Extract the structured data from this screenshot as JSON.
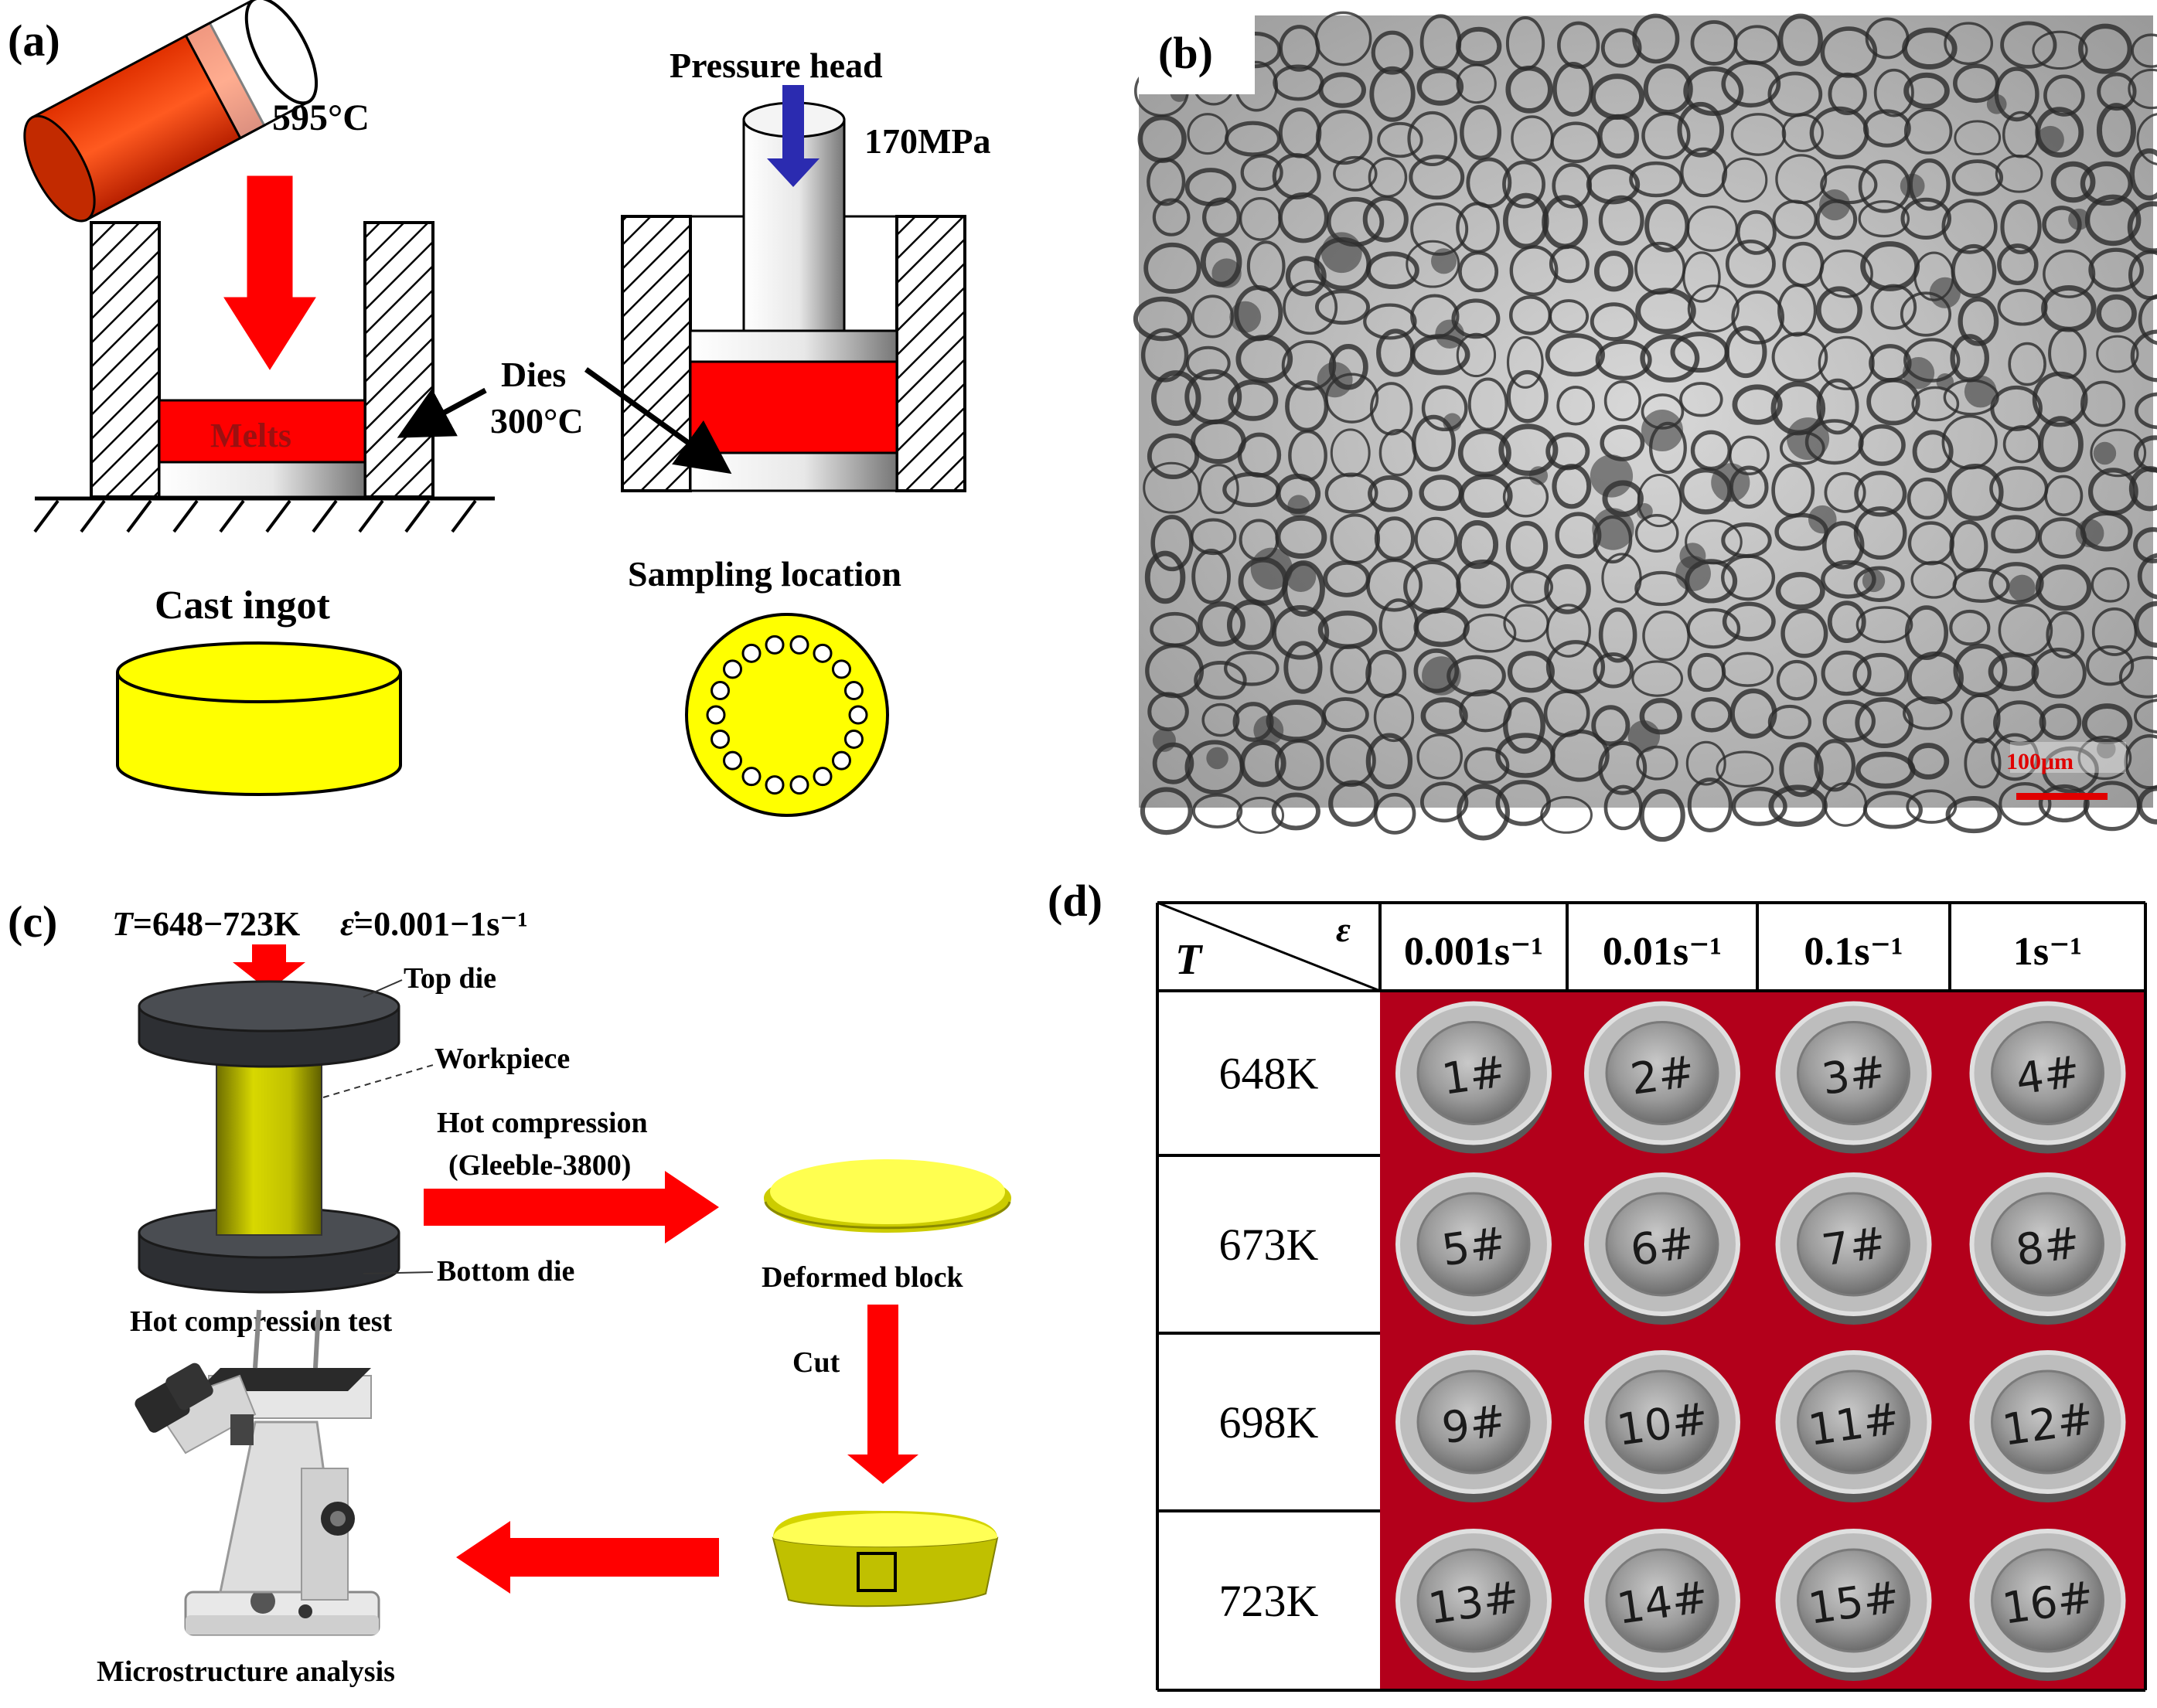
{
  "panel_a": {
    "label": "(a)",
    "temperature": "595°C",
    "melts": "Melts",
    "pressure_head": "Pressure head",
    "pressure": "170MPa",
    "dies": "Dies",
    "dies_temp": "300°C",
    "cast_ingot": "Cast ingot",
    "sampling_location": "Sampling location"
  },
  "panel_b": {
    "label": "(b)",
    "scale_bar": "100μm",
    "scale_color": "#e00000"
  },
  "panel_c": {
    "label": "(c)",
    "temp_range_prefix": "T",
    "temp_range": "=648−723K",
    "strain_rate_symbol": "ε̇",
    "strain_rate": "=0.001−1s⁻¹",
    "top_die": "Top die",
    "workpiece": "Workpiece",
    "hot_compression": "Hot compression",
    "gleeble": "(Gleeble-3800)",
    "bottom_die": "Bottom die",
    "hot_compression_test": "Hot compression test",
    "deformed_block": "Deformed block",
    "cut": "Cut",
    "microstructure_analysis": "Microstructure analysis"
  },
  "panel_d": {
    "label": "(d)",
    "corner_row": "T",
    "corner_col": "ε",
    "columns": [
      "0.001s⁻¹",
      "0.01s⁻¹",
      "0.1s⁻¹",
      "1s⁻¹"
    ],
    "rows": [
      "648K",
      "673K",
      "698K",
      "723K"
    ],
    "specimen_marks": [
      [
        "1#",
        "2#",
        "3#",
        "4#"
      ],
      [
        "5#",
        "6#",
        "7#",
        "8#"
      ],
      [
        "9#",
        "10#",
        "11#",
        "12#"
      ],
      [
        "13#",
        "14#",
        "15#",
        "16#"
      ]
    ],
    "background_color": "#b3001b"
  },
  "colors": {
    "red": "#ff0000",
    "yellow": "#ffff00",
    "blue": "#2b2bb0",
    "dark_die": "#3a3d42",
    "olive": "#c8c800"
  }
}
